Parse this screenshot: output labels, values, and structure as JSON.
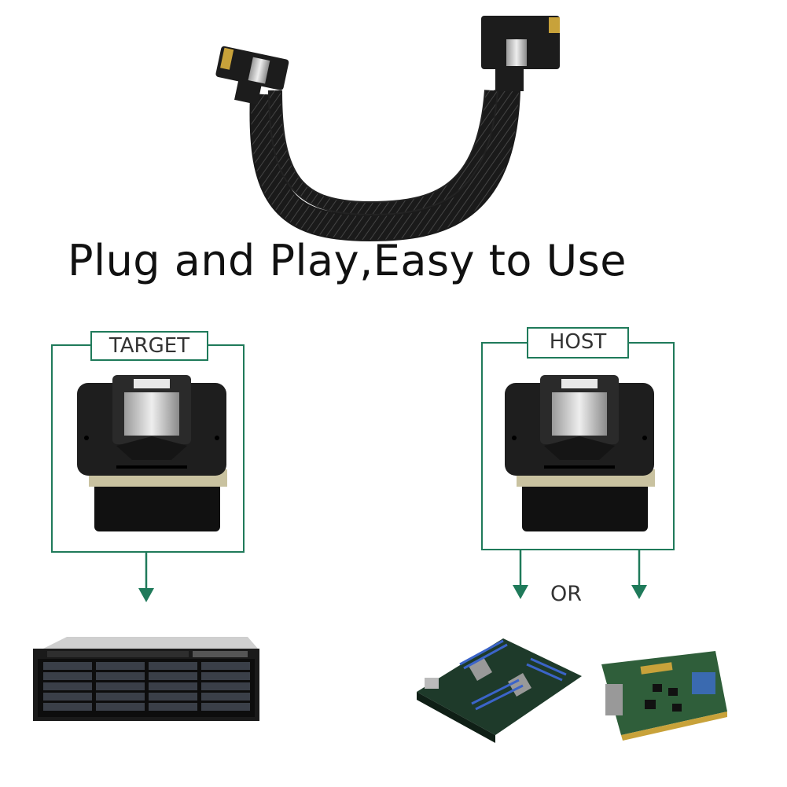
{
  "headline": "Plug and Play,Easy to Use",
  "target_label": "TARGET",
  "host_label": "HOST",
  "or_label": "OR",
  "colors": {
    "frame": "#1f7a5a",
    "connector": "#1c1c1c",
    "cable": "#222222"
  }
}
